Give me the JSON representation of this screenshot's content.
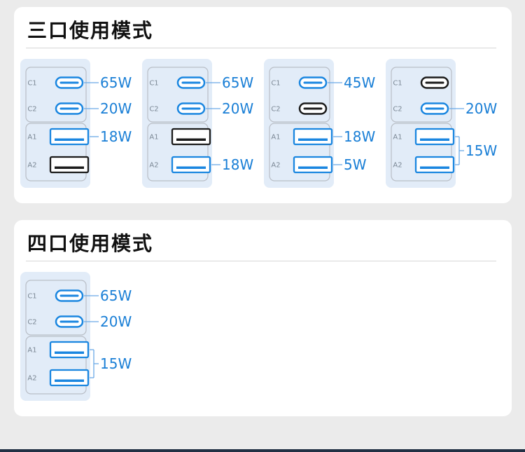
{
  "sections": [
    {
      "title": "三口使用模式",
      "modes": [
        {
          "ports": [
            {
              "label": "C1",
              "type": "C",
              "active": true
            },
            {
              "label": "C2",
              "type": "C",
              "active": true
            },
            {
              "label": "A1",
              "type": "A",
              "active": true
            },
            {
              "label": "A2",
              "type": "A",
              "active": false
            }
          ],
          "watts": [
            {
              "ports": [
                "C1"
              ],
              "value": "65W"
            },
            {
              "ports": [
                "C2"
              ],
              "value": "20W"
            },
            {
              "ports": [
                "A1"
              ],
              "value": "18W"
            }
          ]
        },
        {
          "ports": [
            {
              "label": "C1",
              "type": "C",
              "active": true
            },
            {
              "label": "C2",
              "type": "C",
              "active": true
            },
            {
              "label": "A1",
              "type": "A",
              "active": false
            },
            {
              "label": "A2",
              "type": "A",
              "active": true
            }
          ],
          "watts": [
            {
              "ports": [
                "C1"
              ],
              "value": "65W"
            },
            {
              "ports": [
                "C2"
              ],
              "value": "20W"
            },
            {
              "ports": [
                "A2"
              ],
              "value": "18W"
            }
          ]
        },
        {
          "ports": [
            {
              "label": "C1",
              "type": "C",
              "active": true
            },
            {
              "label": "C2",
              "type": "C",
              "active": false
            },
            {
              "label": "A1",
              "type": "A",
              "active": true
            },
            {
              "label": "A2",
              "type": "A",
              "active": true
            }
          ],
          "watts": [
            {
              "ports": [
                "C1"
              ],
              "value": "45W"
            },
            {
              "ports": [
                "A1"
              ],
              "value": "18W"
            },
            {
              "ports": [
                "A2"
              ],
              "value": "5W"
            }
          ]
        },
        {
          "ports": [
            {
              "label": "C1",
              "type": "C",
              "active": false
            },
            {
              "label": "C2",
              "type": "C",
              "active": true
            },
            {
              "label": "A1",
              "type": "A",
              "active": true
            },
            {
              "label": "A2",
              "type": "A",
              "active": true
            }
          ],
          "watts": [
            {
              "ports": [
                "C2"
              ],
              "value": "20W"
            },
            {
              "ports": [
                "A1",
                "A2"
              ],
              "value": "15W"
            }
          ]
        }
      ]
    },
    {
      "title": "四口使用模式",
      "modes": [
        {
          "ports": [
            {
              "label": "C1",
              "type": "C",
              "active": true
            },
            {
              "label": "C2",
              "type": "C",
              "active": true
            },
            {
              "label": "A1",
              "type": "A",
              "active": true
            },
            {
              "label": "A2",
              "type": "A",
              "active": true
            }
          ],
          "watts": [
            {
              "ports": [
                "C1"
              ],
              "value": "65W"
            },
            {
              "ports": [
                "C2"
              ],
              "value": "20W"
            },
            {
              "ports": [
                "A1",
                "A2"
              ],
              "value": "15W"
            }
          ]
        }
      ]
    }
  ],
  "colors": {
    "accent": "#1a7fd6",
    "inactive_port": "#1b1b1b",
    "panel": "#e2ecf8"
  }
}
